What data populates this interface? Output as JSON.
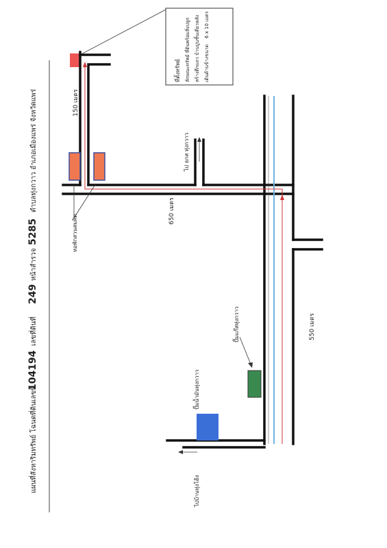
{
  "header": {
    "line1": "แผนที่สังหาริมทรัพย์  โฉนดที่ดินเลขที่",
    "deed_number": "104194",
    "line2": "เลขที่ดินที่",
    "land_number": "249",
    "line3": "หน้าสำรวจ",
    "survey_page": "5285",
    "line4": "ตำบลทุ่งกวาว   อำเภอเมืองแพร่   จังหวัดแพร่"
  },
  "info_box": {
    "title": "ที่ตั้งทรัพย์",
    "line1": "ลักษณะทรัพย์ ที่ดินพร้อมสิ่งปลูก",
    "line2": "สร้างตึกแถว บ้านปูนชั้นเดียวหลัง",
    "line3": "เดินด้านข้างขนาด",
    "size": "6 x 10 เมตร"
  },
  "labels": {
    "dist_150": "150 เมตร",
    "dist_650": "650 เมตร",
    "dist_550": "550 เมตร",
    "to_school": "ไป ธกส ทุ่งกวาว",
    "shophouse": "หอพักสวนสมศิต",
    "gas_station": "ปั๊มแก๊สทุ่งกวาว",
    "fuel_station": "ปั๊มน้ำมันทุ่งกวาว",
    "to_village": "ไปบ้านทุ่งโฮ้ง"
  },
  "colors": {
    "property": "#ee5555",
    "shop_fill": "#f07850",
    "shop_border": "#3b4fa0",
    "gas_fill": "#3a8a50",
    "fuel_fill": "#3a6fd8",
    "river": "#6fb3e0",
    "route": "#cc3333",
    "road": "#111111"
  }
}
